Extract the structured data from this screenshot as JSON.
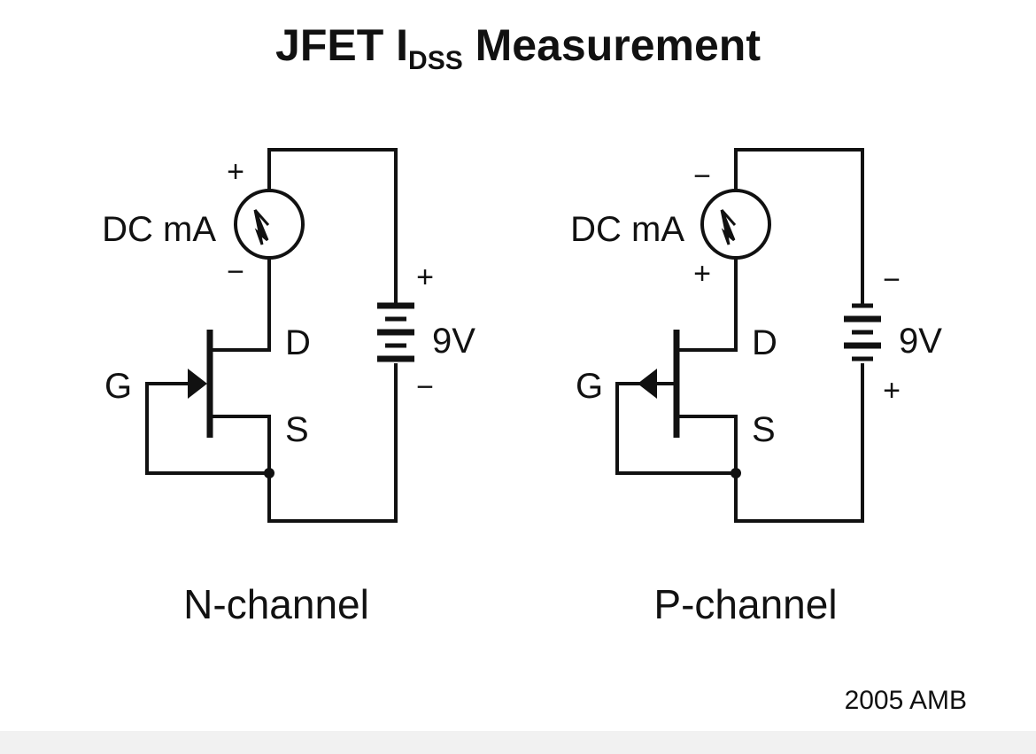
{
  "title": {
    "main": "JFET I",
    "subscript": "DSS",
    "rest": " Measurement"
  },
  "circuits": [
    {
      "id": "n",
      "caption": "N-channel",
      "meter_label": "DC mA",
      "meter_top_polarity": "+",
      "meter_bottom_polarity": "−",
      "battery_label": "9V",
      "battery_top_polarity": "+",
      "battery_bottom_polarity": "−",
      "drain_label": "D",
      "source_label": "S",
      "gate_label": "G",
      "gate_arrow": "inward"
    },
    {
      "id": "p",
      "caption": "P-channel",
      "meter_label": "DC mA",
      "meter_top_polarity": "−",
      "meter_bottom_polarity": "+",
      "battery_label": "9V",
      "battery_top_polarity": "−",
      "battery_bottom_polarity": "+",
      "drain_label": "D",
      "source_label": "S",
      "gate_label": "G",
      "gate_arrow": "outward"
    }
  ],
  "copyright": "2005 AMB",
  "colors": {
    "ink": "#111111",
    "background": "#ffffff",
    "page": "#f1f1f1"
  }
}
